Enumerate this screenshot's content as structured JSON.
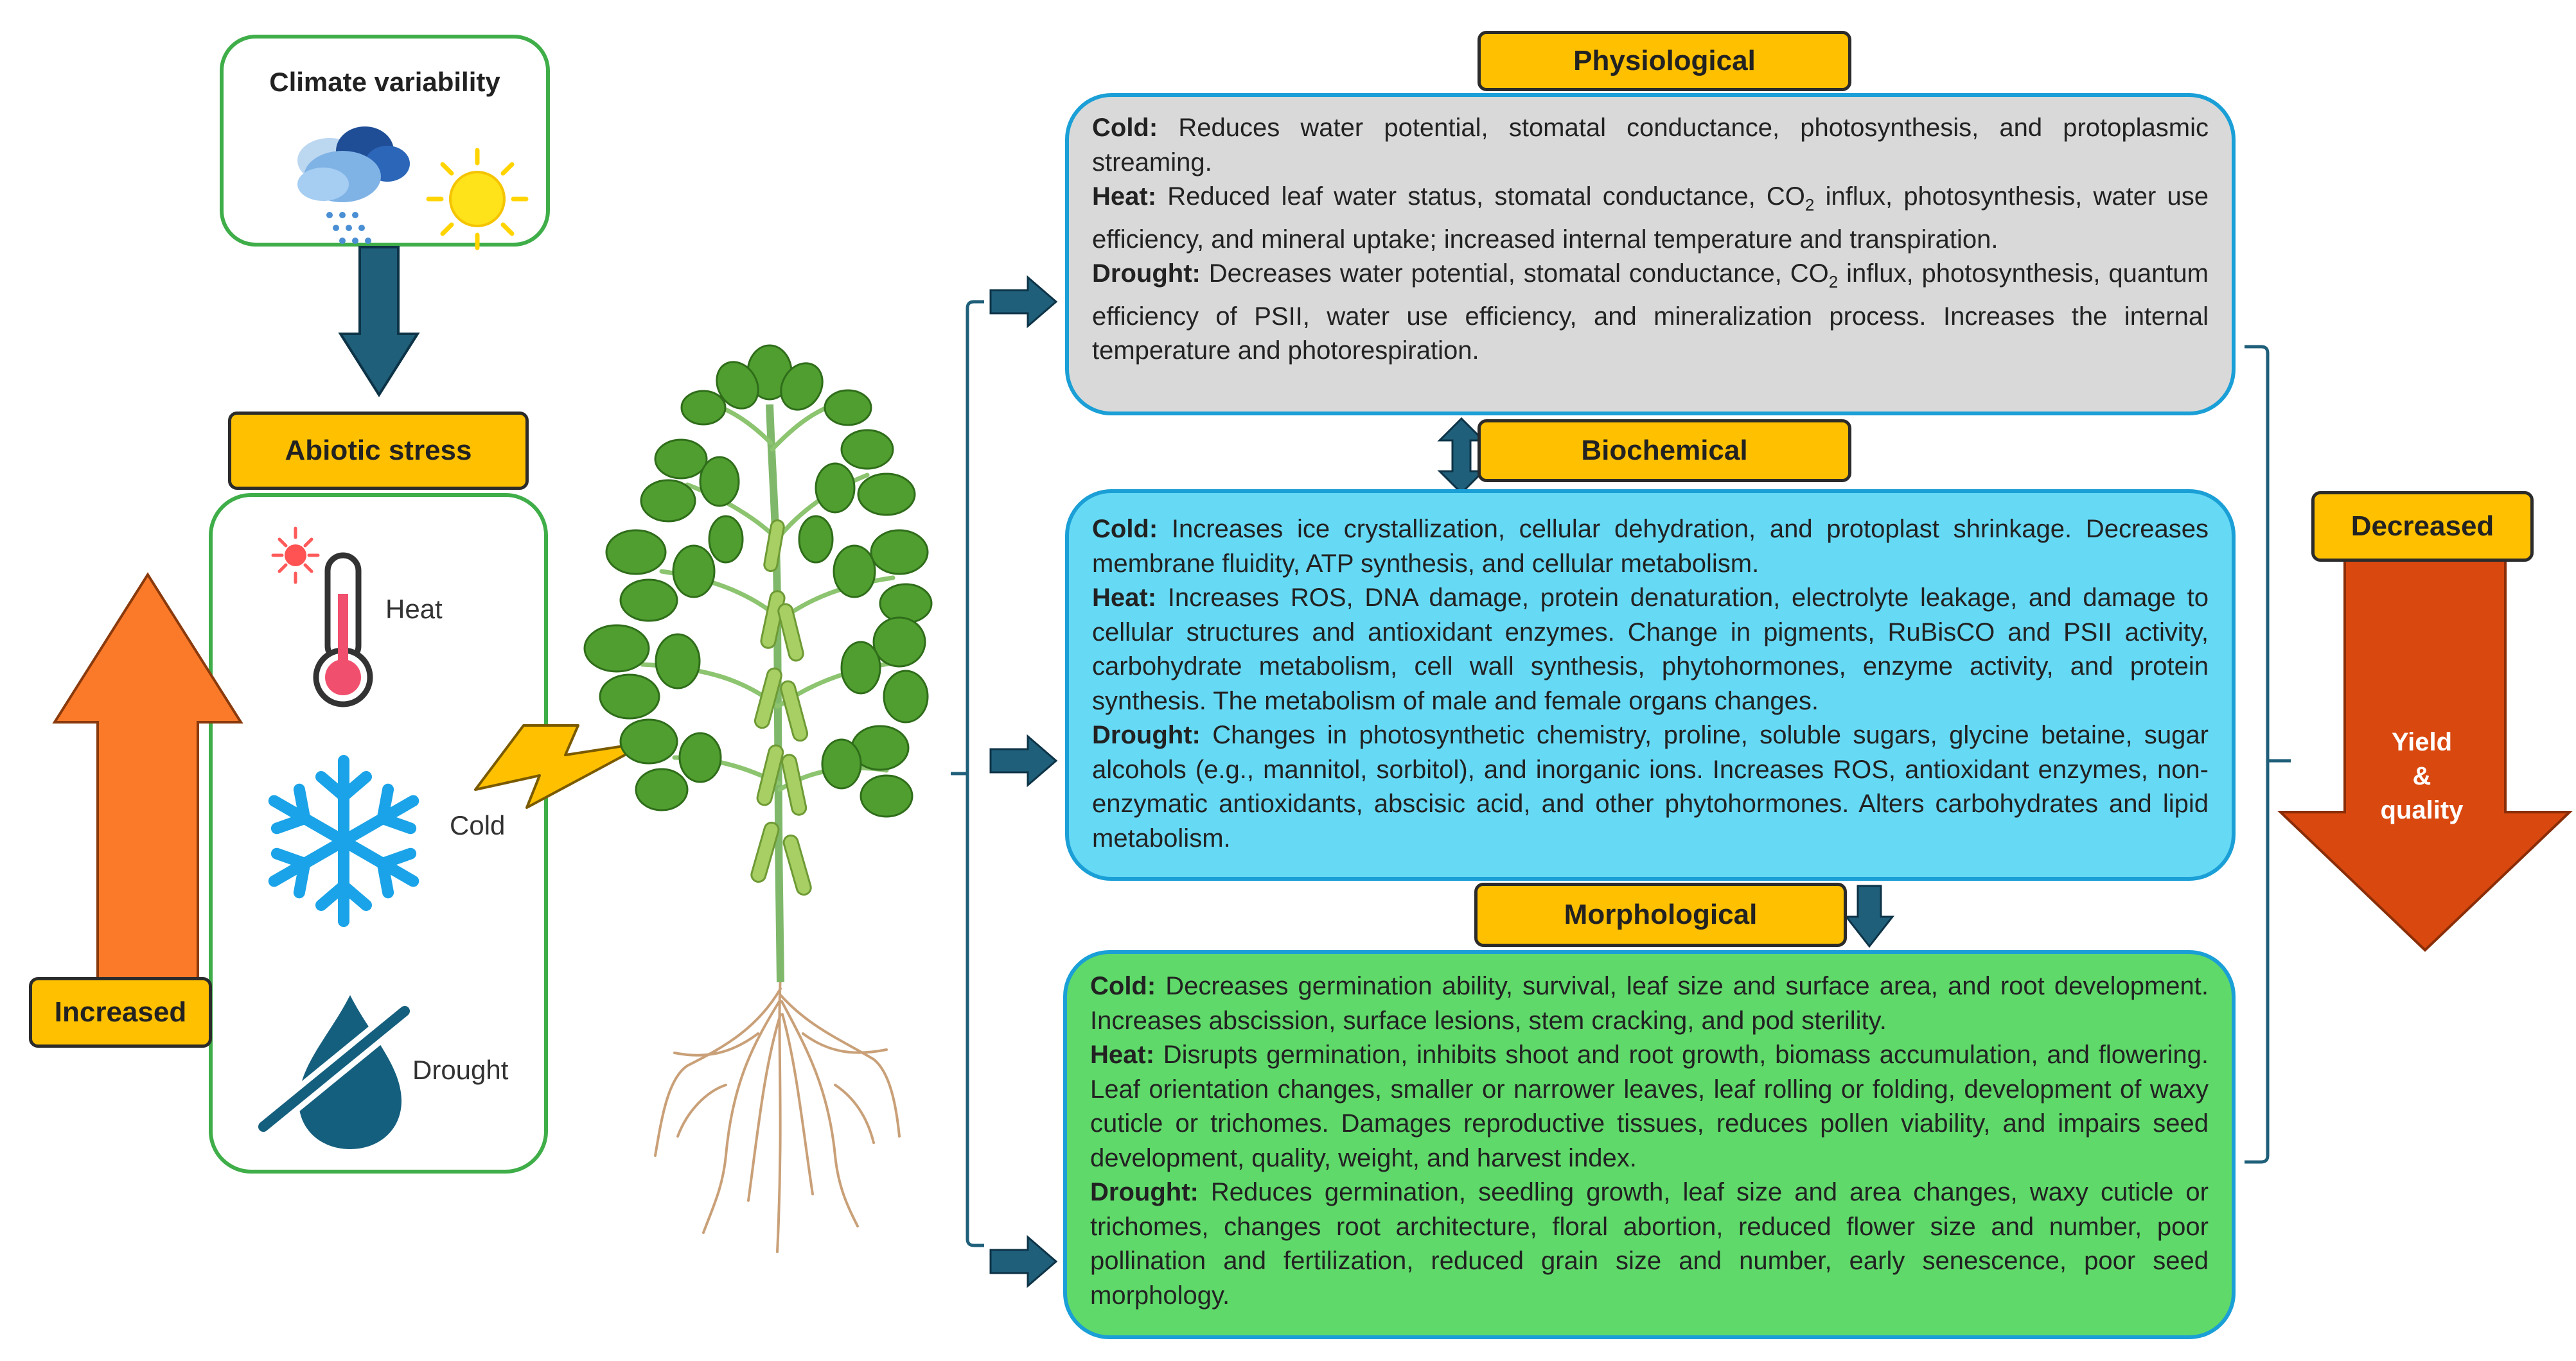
{
  "climate": {
    "title": "Climate variability"
  },
  "abiotic": {
    "label": "Abiotic stress",
    "heat": "Heat",
    "cold": "Cold",
    "drought": "Drought"
  },
  "left_arrow": {
    "label": "Increased"
  },
  "right_arrow": {
    "label": "Decreased",
    "text_line1": "Yield",
    "text_line2": "&",
    "text_line3": "quality"
  },
  "physiological": {
    "label": "Physiological",
    "cold_head": "Cold:",
    "cold_text": " Reduces water potential, stomatal conductance, photosynthesis, and protoplasmic streaming.",
    "heat_head": "Heat:",
    "heat_text_a": " Reduced leaf water status, stomatal conductance, CO",
    "heat_sub": "2",
    "heat_text_b": " influx, photosynthesis, water use efficiency, and mineral uptake; increased internal temperature and transpiration.",
    "drought_head": "Drought:",
    "drought_text_a": " Decreases water potential, stomatal conductance, CO",
    "drought_sub": "2",
    "drought_text_b": " influx, photosynthesis, quantum efficiency of PSII, water use efficiency, and mineralization process. Increases the internal temperature and photorespiration."
  },
  "biochemical": {
    "label": "Biochemical",
    "cold_head": "Cold:",
    "cold_text": " Increases ice crystallization, cellular dehydration, and protoplast shrinkage. Decreases membrane fluidity, ATP synthesis, and cellular metabolism.",
    "heat_head": "Heat:",
    "heat_text": " Increases ROS, DNA damage, protein denaturation, electrolyte leakage, and damage to cellular structures and antioxidant enzymes. Change in pigments, RuBisCO and PSII activity, carbohydrate metabolism, cell wall synthesis, phytohormones, enzyme activity, and protein synthesis. The metabolism of male and female organs changes.",
    "drought_head": "Drought:",
    "drought_text": " Changes in photosynthetic chemistry, proline, soluble sugars, glycine betaine, sugar alcohols (e.g., mannitol, sorbitol), and inorganic ions. Increases ROS, antioxidant enzymes, non-enzymatic antioxidants, abscisic acid, and other phytohormones. Alters carbohydrates and lipid metabolism."
  },
  "morphological": {
    "label": "Morphological",
    "cold_head": "Cold:",
    "cold_text": " Decreases germination ability, survival, leaf size and surface area, and root development. Increases abscission, surface lesions, stem cracking, and pod sterility.",
    "heat_head": "Heat:",
    "heat_text": " Disrupts germination, inhibits shoot and root growth, biomass accumulation, and flowering. Leaf orientation changes, smaller or narrower leaves, leaf rolling or folding, development of waxy cuticle or trichomes. Damages reproductive tissues, reduces pollen viability, and impairs seed development, quality, weight, and harvest index.",
    "drought_head": "Drought:",
    "drought_text": " Reduces germination, seedling growth, leaf size and area changes, waxy cuticle or trichomes, changes root architecture, floral abortion, reduced flower size and number, poor pollination and fertilization, reduced grain size and number, early senescence, poor seed morphology."
  },
  "colors": {
    "label_fill": "#ffc000",
    "physio_fill": "#d9d9d9",
    "bio_fill": "#66d9f5",
    "morpho_fill": "#5fd96a",
    "arrow_navy": "#1f5f7a",
    "up_arrow": "#fb7a2a",
    "down_arrow": "#d9480f"
  }
}
